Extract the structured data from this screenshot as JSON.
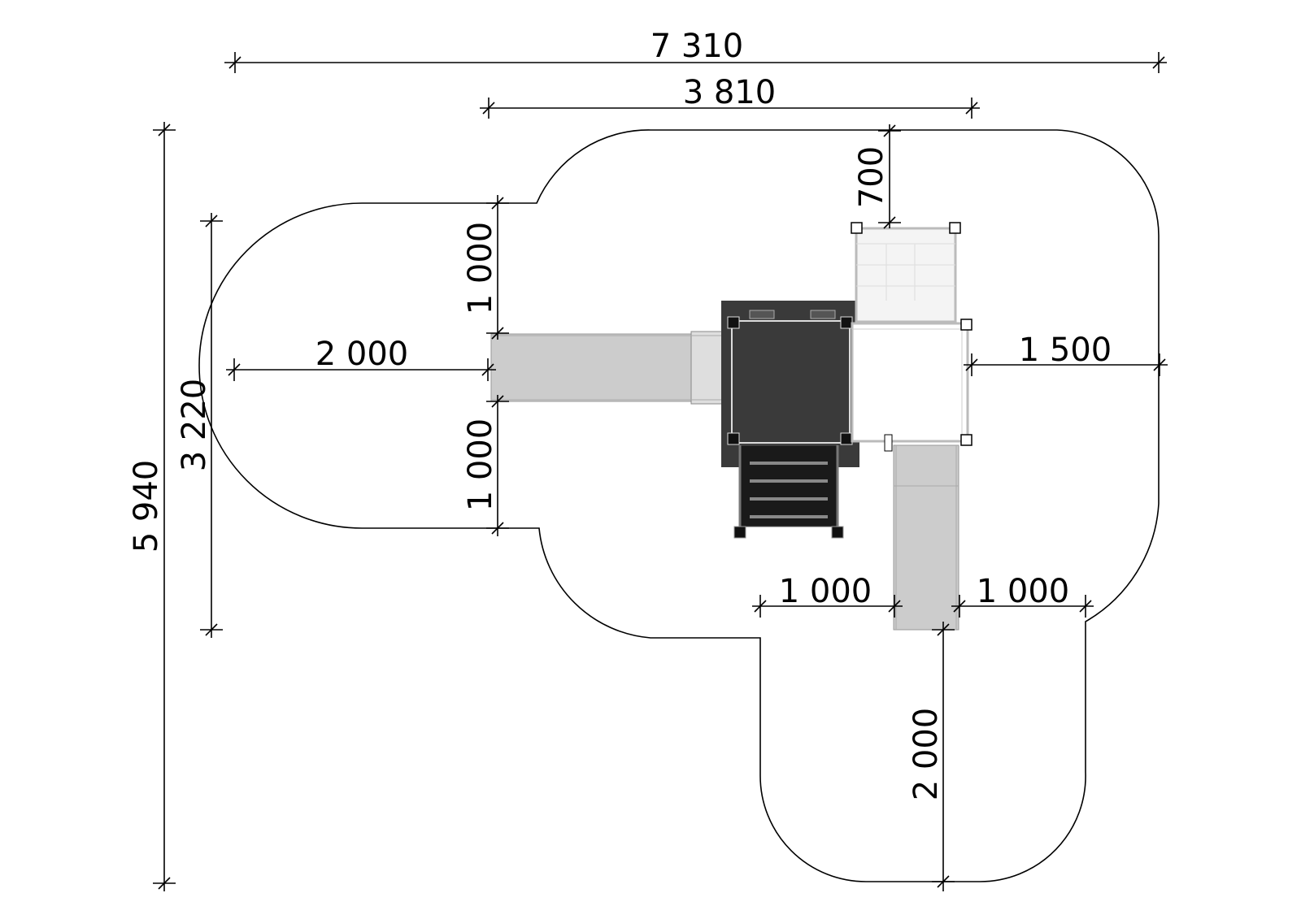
{
  "drawing": {
    "dimensions": {
      "overall_width": "7 310",
      "structure_width": "3 810",
      "top_clearance": "700",
      "overall_height": "5 940",
      "left_zone_height": "3 220",
      "left_upper": "1 000",
      "left_lower": "1 000",
      "left_slide_zone": "2 000",
      "right_clearance": "1 500",
      "bottom_slide_left": "1 000",
      "bottom_slide_right": "1 000",
      "bottom_slide_zone": "2 000"
    },
    "colors": {
      "line": "#000000",
      "deck": "#3a3a3a",
      "slide": "#cccccc",
      "stairs": "#1a1a1a",
      "panel": "#e8e8e8"
    }
  }
}
